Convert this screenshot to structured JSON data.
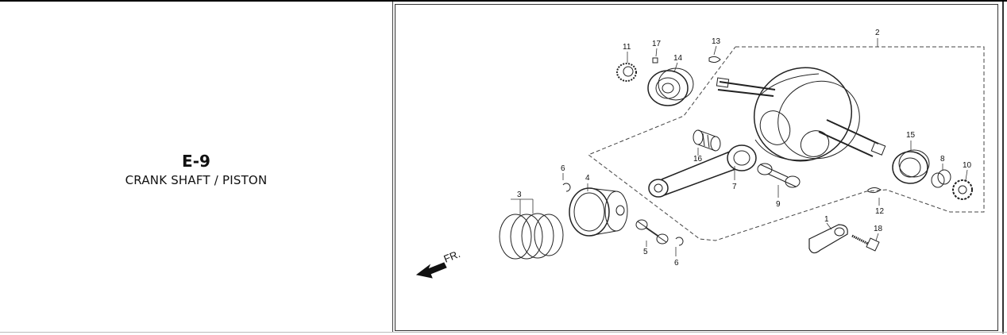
{
  "page": {
    "code": "E-9",
    "title": "CRANK SHAFT / PISTON"
  },
  "diagram": {
    "direction_label": "FR.",
    "callouts": [
      "1",
      "2",
      "3",
      "4",
      "5",
      "6",
      "6",
      "7",
      "8",
      "9",
      "10",
      "11",
      "12",
      "13",
      "14",
      "15",
      "16",
      "17",
      "18"
    ]
  }
}
